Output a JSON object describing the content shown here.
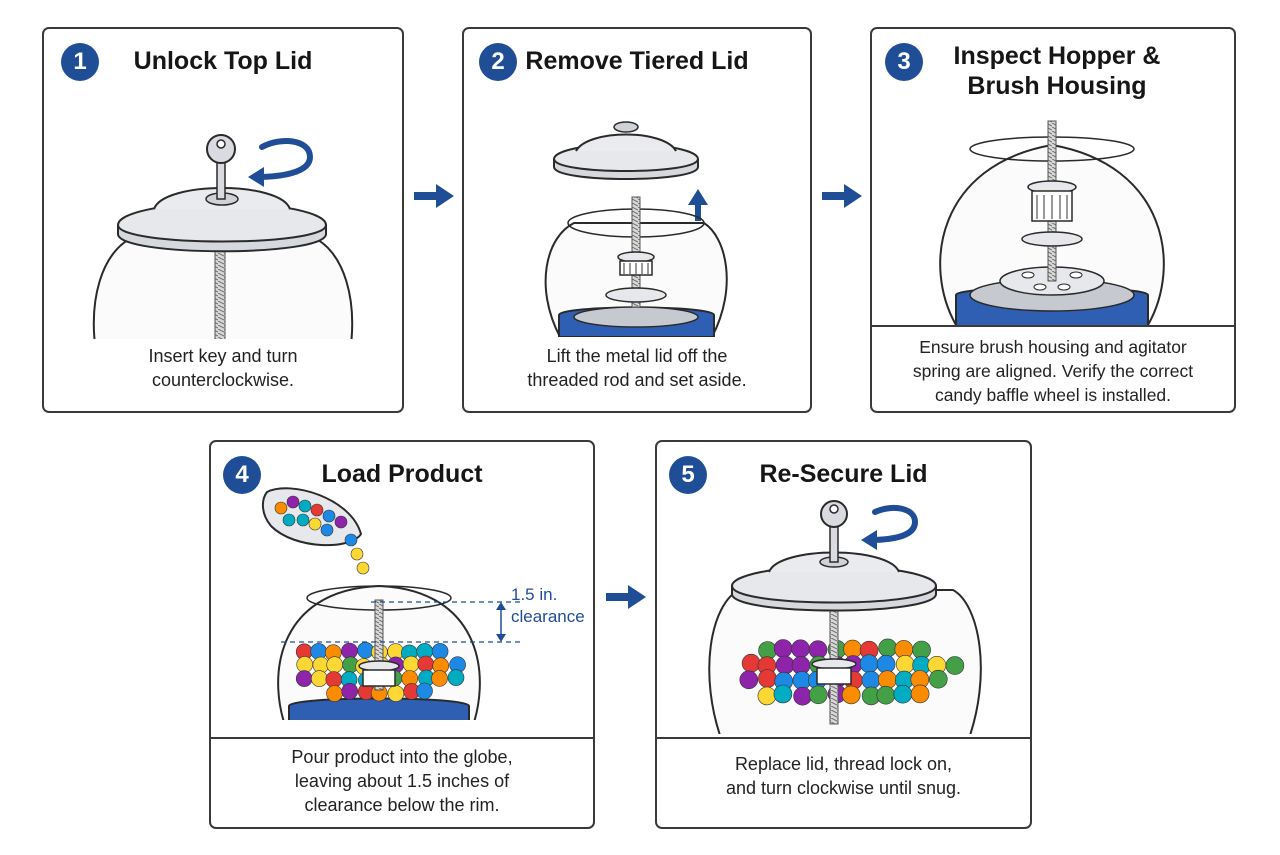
{
  "colors": {
    "accent": "#1f4e96",
    "border": "#3a3a3a",
    "metal": "#e6e8ec",
    "globe_base": "#2f5fb3"
  },
  "icons": [
    "key-icon",
    "rotate-arrow-icon",
    "up-arrow-icon",
    "right-arrow-icon"
  ],
  "steps": [
    {
      "number": "1",
      "title_lines": [
        "Unlock Top Lid"
      ],
      "caption_lines": [
        "Insert key and turn",
        "counterclockwise."
      ]
    },
    {
      "number": "2",
      "title_lines": [
        "Remove Tiered Lid"
      ],
      "caption_lines": [
        "Lift the metal lid off the",
        "threaded rod and set aside."
      ]
    },
    {
      "number": "3",
      "title_lines": [
        "Inspect Hopper &",
        "Brush Housing"
      ],
      "caption_lines": [
        "Ensure brush housing and agitator",
        "spring are aligned.  Verify the correct",
        "candy baffle wheel is installed."
      ]
    },
    {
      "number": "4",
      "title_lines": [
        "Load Product"
      ],
      "caption_lines": [
        "Pour product into the globe,",
        "leaving about 1.5 inches of",
        "clearance below the rim."
      ],
      "clearance_lines": [
        "1.5 in.",
        "clearance"
      ]
    },
    {
      "number": "5",
      "title_lines": [
        "Re-Secure Lid"
      ],
      "caption_lines": [
        "Replace lid, thread lock on,",
        "and turn clockwise until snug."
      ]
    }
  ]
}
